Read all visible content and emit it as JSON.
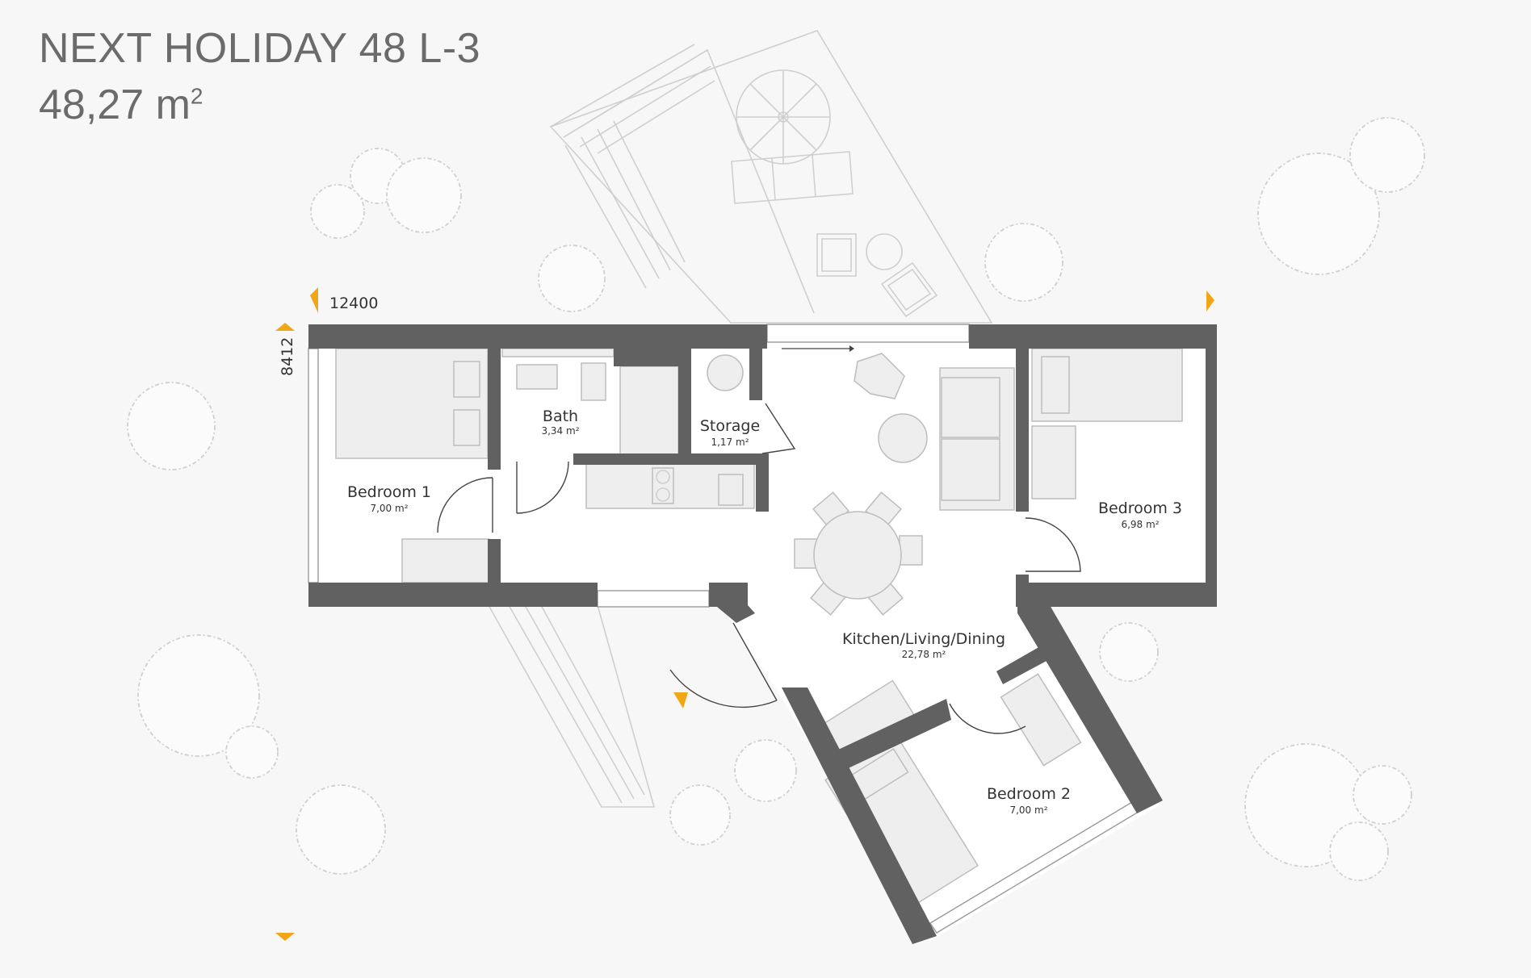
{
  "plan": {
    "name": "NEXT HOLIDAY 48 L-3",
    "area_value": "48,27 m",
    "area_exp": "2"
  },
  "dimensions": {
    "width_mm": "12400",
    "depth_mm": "8412"
  },
  "rooms": [
    {
      "id": "bedroom-1",
      "name": "Bedroom 1",
      "area": "7,00 m²"
    },
    {
      "id": "bath",
      "name": "Bath",
      "area": "3,34 m²"
    },
    {
      "id": "storage",
      "name": "Storage",
      "area": "1,17 m²"
    },
    {
      "id": "bedroom-3",
      "name": "Bedroom 3",
      "area": "6,98 m²"
    },
    {
      "id": "kitchen-living-dining",
      "name": "Kitchen/Living/Dining",
      "area": "22,78 m²"
    },
    {
      "id": "bedroom-2",
      "name": "Bedroom 2",
      "area": "7,00 m²"
    }
  ],
  "colors": {
    "wall": "#616161",
    "accent": "#f0a616",
    "text": "#6b6b6b"
  }
}
